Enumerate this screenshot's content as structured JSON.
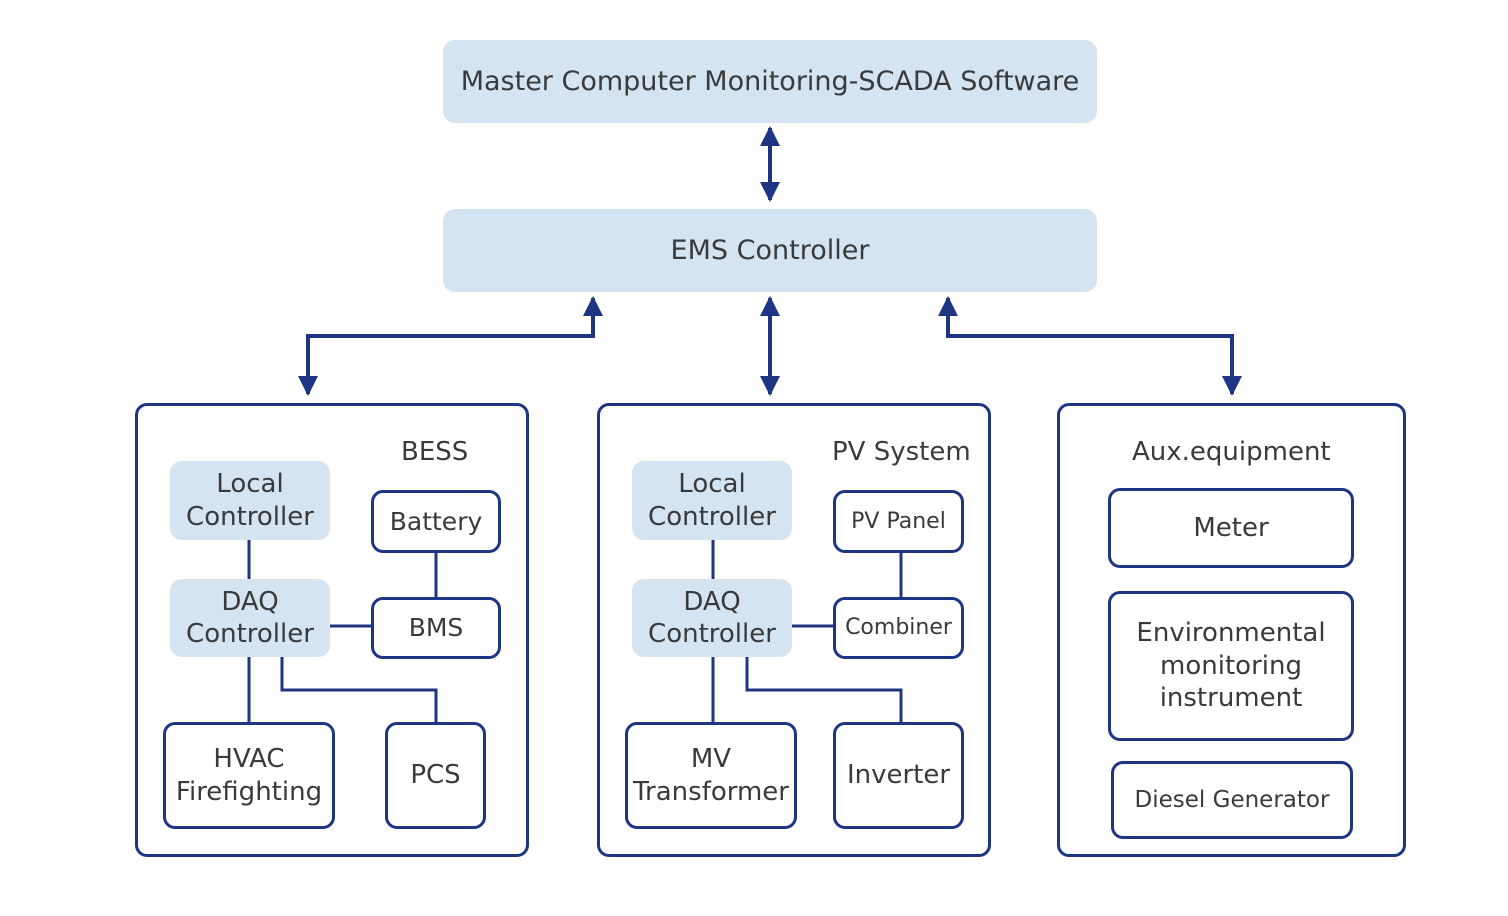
{
  "top": {
    "scada": "Master Computer Monitoring-SCADA Software",
    "ems": "EMS Controller"
  },
  "bess": {
    "title": "BESS",
    "local_controller": "Local\nController",
    "daq_controller": "DAQ\nController",
    "battery": "Battery",
    "bms": "BMS",
    "hvac": "HVAC\nFirefighting",
    "pcs": "PCS"
  },
  "pv": {
    "title": "PV System",
    "local_controller": "Local\nController",
    "daq_controller": "DAQ\nController",
    "pv_panel": "PV Panel",
    "combiner": "Combiner",
    "mv_transformer": "MV\nTransformer",
    "inverter": "Inverter"
  },
  "aux": {
    "title": "Aux.equipment",
    "meter": "Meter",
    "env": "Environmental\nmonitoring\ninstrument",
    "diesel": "Diesel Generator"
  },
  "colors": {
    "line": "#1d3583",
    "fill": "#d4e4f1",
    "text": "#3a3a3a"
  }
}
